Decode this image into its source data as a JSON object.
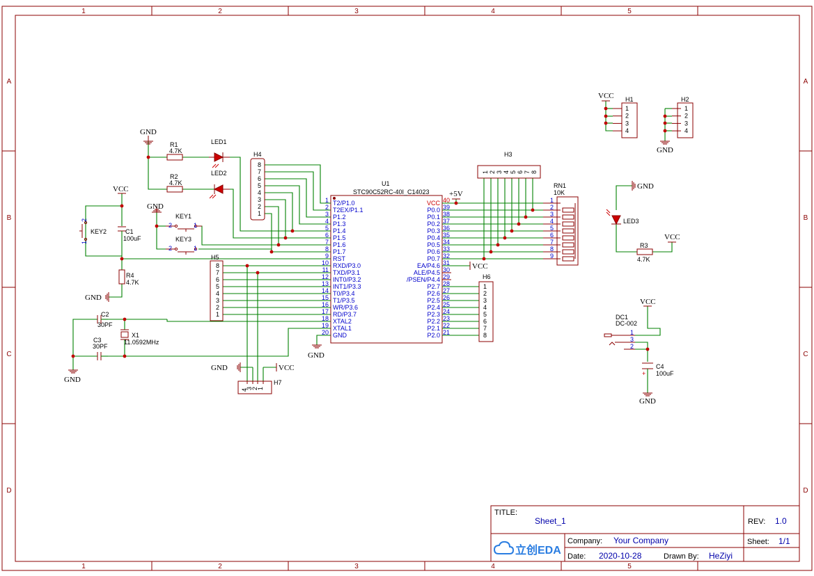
{
  "frame": {
    "col_labels": [
      "1",
      "2",
      "3",
      "4",
      "5"
    ],
    "row_labels": [
      "A",
      "B",
      "C",
      "D"
    ]
  },
  "title_block": {
    "title_label": "TITLE:",
    "title_value": "Sheet_1",
    "rev_label": "REV:",
    "rev_value": "1.0",
    "company_label": "Company:",
    "company_value": "Your Company",
    "sheet_label": "Sheet:",
    "sheet_value": "1/1",
    "date_label": "Date:",
    "date_value": "2020-10-28",
    "drawn_label": "Drawn By:",
    "drawn_value": "HeZiyi",
    "logo": "立创EDA"
  },
  "nets": {
    "vcc": "VCC",
    "gnd": "GND",
    "p5v": "+5V"
  },
  "components": {
    "u1": {
      "ref": "U1",
      "value": "STC90C52RC-40I_C14023",
      "left_pins": [
        {
          "num": "1",
          "name": "T2/P1.0"
        },
        {
          "num": "2",
          "name": "T2EX/P1.1"
        },
        {
          "num": "3",
          "name": "P1.2"
        },
        {
          "num": "4",
          "name": "P1.3"
        },
        {
          "num": "5",
          "name": "P1.4"
        },
        {
          "num": "6",
          "name": "P1.5"
        },
        {
          "num": "7",
          "name": "P1.6"
        },
        {
          "num": "8",
          "name": "P1.7"
        },
        {
          "num": "9",
          "name": "RST"
        },
        {
          "num": "10",
          "name": "RXD/P3.0"
        },
        {
          "num": "11",
          "name": "TXD/P3.1"
        },
        {
          "num": "12",
          "name": "INT0/P3.2"
        },
        {
          "num": "13",
          "name": "INT1/P3.3"
        },
        {
          "num": "14",
          "name": "T0/P3.4"
        },
        {
          "num": "15",
          "name": "T1/P3.5"
        },
        {
          "num": "16",
          "name": "WR/P3.6"
        },
        {
          "num": "17",
          "name": "RD/P3.7"
        },
        {
          "num": "18",
          "name": "XTAL2"
        },
        {
          "num": "19",
          "name": "XTAL1"
        },
        {
          "num": "20",
          "name": "GND"
        }
      ],
      "right_pins": [
        {
          "num": "40",
          "name": "VCC"
        },
        {
          "num": "39",
          "name": "P0.0"
        },
        {
          "num": "38",
          "name": "P0.1"
        },
        {
          "num": "37",
          "name": "P0.2"
        },
        {
          "num": "36",
          "name": "P0.3"
        },
        {
          "num": "35",
          "name": "P0.4"
        },
        {
          "num": "34",
          "name": "P0.5"
        },
        {
          "num": "33",
          "name": "P0.6"
        },
        {
          "num": "32",
          "name": "P0.7"
        },
        {
          "num": "31",
          "name": "EA/P4.6"
        },
        {
          "num": "30",
          "name": "ALE/P4.5"
        },
        {
          "num": "29",
          "name": "/PSEN/P4.4"
        },
        {
          "num": "28",
          "name": "P2.7"
        },
        {
          "num": "27",
          "name": "P2.6"
        },
        {
          "num": "26",
          "name": "P2.5"
        },
        {
          "num": "25",
          "name": "P2.4"
        },
        {
          "num": "24",
          "name": "P2.3"
        },
        {
          "num": "23",
          "name": "P2.2"
        },
        {
          "num": "22",
          "name": "P2.1"
        },
        {
          "num": "21",
          "name": "P2.0"
        }
      ]
    },
    "r1": {
      "ref": "R1",
      "value": "4.7K"
    },
    "r2": {
      "ref": "R2",
      "value": "4.7K"
    },
    "r3": {
      "ref": "R3",
      "value": "4.7K"
    },
    "r4": {
      "ref": "R4",
      "value": "4.7K"
    },
    "led1": {
      "ref": "LED1"
    },
    "led2": {
      "ref": "LED2"
    },
    "led3": {
      "ref": "LED3"
    },
    "key1": {
      "ref": "KEY1",
      "pin_a": "2",
      "pin_b": "1"
    },
    "key2": {
      "ref": "KEY2",
      "pin_a": "2",
      "pin_b": "1"
    },
    "key3": {
      "ref": "KEY3",
      "pin_a": "2",
      "pin_b": "1"
    },
    "c1": {
      "ref": "C1",
      "value": "100uF"
    },
    "c2": {
      "ref": "C2",
      "value": "30PF"
    },
    "c3": {
      "ref": "C3",
      "value": "30PF"
    },
    "c4": {
      "ref": "C4",
      "value": "100uF"
    },
    "x1": {
      "ref": "X1",
      "value": "11.0592MHz"
    },
    "h1": {
      "ref": "H1",
      "pins": [
        "1",
        "2",
        "3",
        "4"
      ]
    },
    "h2": {
      "ref": "H2",
      "pins": [
        "1",
        "2",
        "3",
        "4"
      ]
    },
    "h3": {
      "ref": "H3",
      "pins": [
        "1",
        "2",
        "3",
        "4",
        "5",
        "6",
        "7",
        "8"
      ]
    },
    "h4": {
      "ref": "H4",
      "pins": [
        "8",
        "7",
        "6",
        "5",
        "4",
        "3",
        "2",
        "1"
      ]
    },
    "h5": {
      "ref": "H5",
      "pins": [
        "8",
        "7",
        "6",
        "5",
        "4",
        "3",
        "2",
        "1"
      ]
    },
    "h6": {
      "ref": "H6",
      "pins": [
        "1",
        "2",
        "3",
        "4",
        "5",
        "6",
        "7",
        "8"
      ]
    },
    "h7": {
      "ref": "H7",
      "pins": [
        "4",
        "3",
        "2",
        "1"
      ]
    },
    "rn1": {
      "ref": "RN1",
      "value": "10K",
      "pins": [
        "1",
        "2",
        "3",
        "4",
        "5",
        "6",
        "7",
        "8",
        "9"
      ]
    },
    "dc1": {
      "ref": "DC1",
      "value": "DC-002",
      "pins": [
        "1",
        "3",
        "2"
      ]
    }
  }
}
